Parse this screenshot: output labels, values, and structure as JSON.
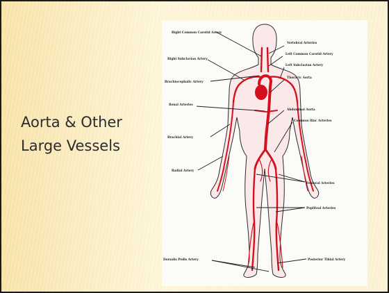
{
  "slide": {
    "title_lines": [
      "Aorta & Other",
      "Large Vessels"
    ]
  },
  "diagram": {
    "labels": {
      "right_common_carotid": "Right Common Carotid Artery",
      "vertebral": "Vertebral Arteries",
      "left_common_carotid": "Left Common Carotid Artery",
      "right_subclavian": "Right Subclavian Artery",
      "left_subclavian": "Left Subclavian Artery",
      "thoracic_aorta": "Thoracic Aorta",
      "brachiocephalic": "Brachiocephalic Artery",
      "renal": "Renal Arteries",
      "abdominal_aorta": "Abdominal Aorta",
      "common_iliac": "Common Iliac Arteries",
      "brachial": "Brachial Artery",
      "radial": "Radial Artery",
      "femoral": "Femoral Arteries",
      "popliteal": "Popliteal Arteries",
      "dorsalis_pedis": "Dorsalis Pedis Artery",
      "posterior_tibial": "Posterior Tibial Artery"
    },
    "colors": {
      "artery": "#d4101e",
      "skin": "#fbe9ea",
      "outline": "#2a2a2a",
      "background": "#fbf0cf"
    }
  }
}
